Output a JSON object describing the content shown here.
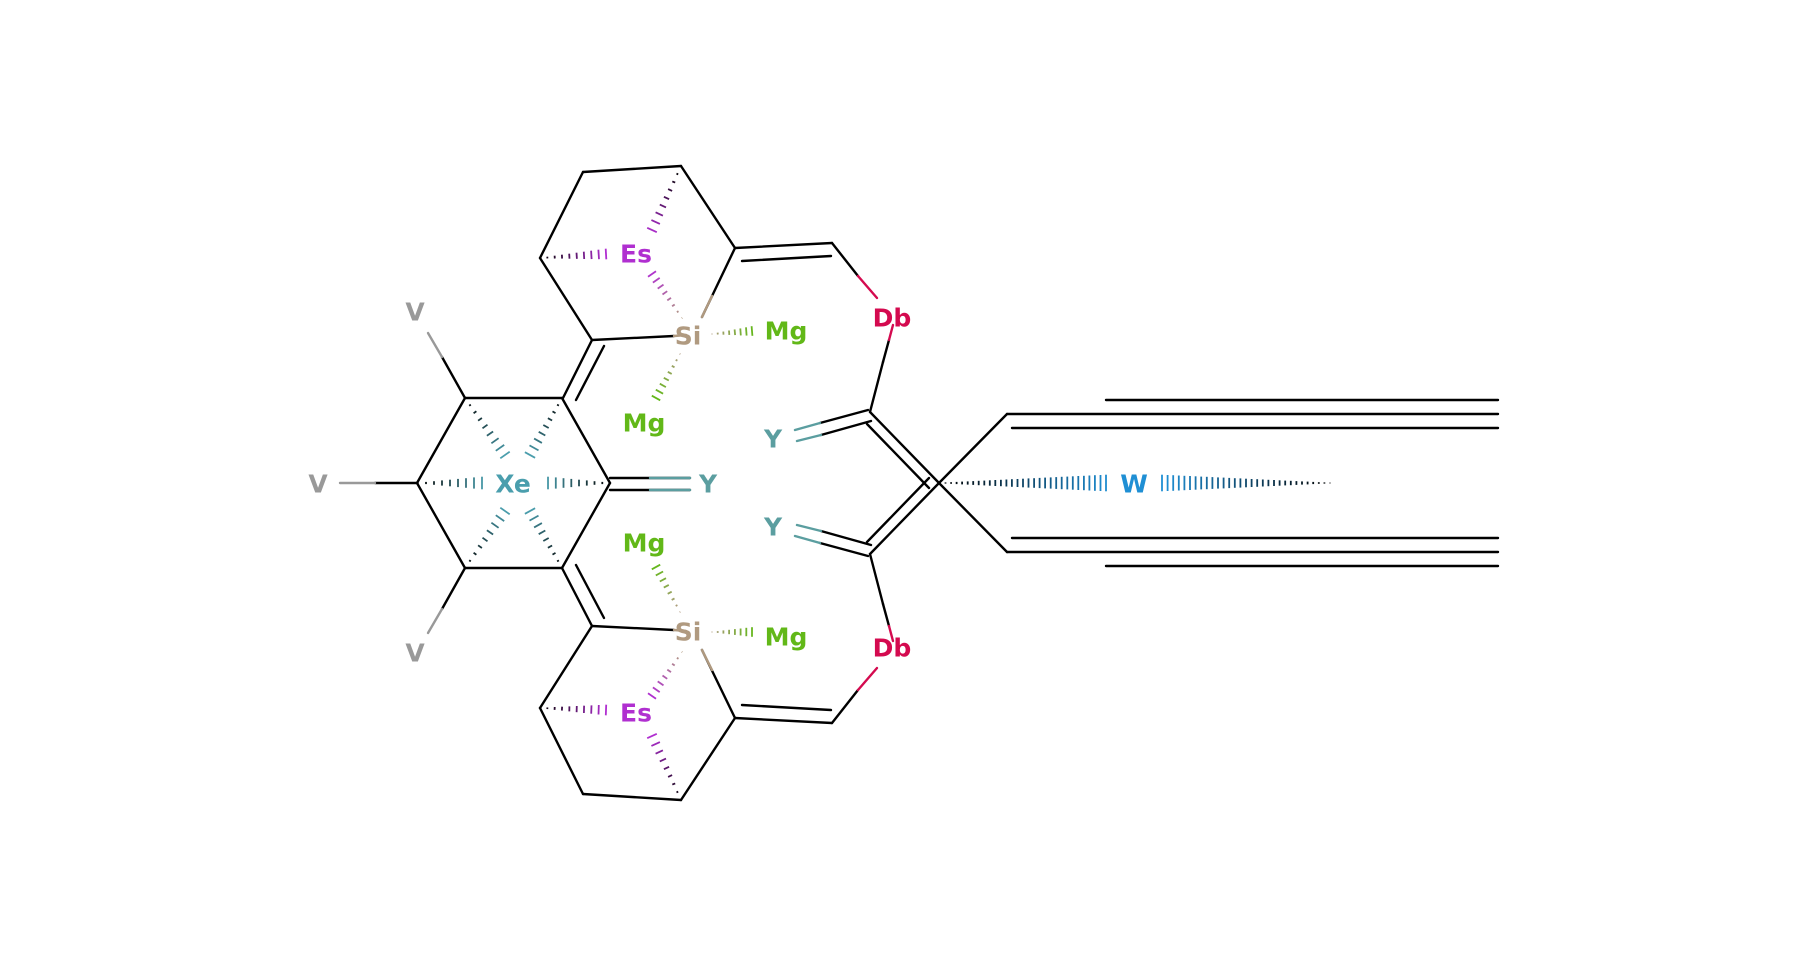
{
  "colors": {
    "bond": "#000000",
    "Es": "#b02fd0",
    "Si": "#b09a80",
    "Mg": "#62b818",
    "V": "#999999",
    "Xe": "#4a9ead",
    "Y": "#5b9ea0",
    "Db": "#d40a4f",
    "W": "#1f8fd4"
  },
  "atoms": {
    "es_top": "Es",
    "si_top": "Si",
    "mg_top_right": "Mg",
    "mg_top_down": "Mg",
    "db_top": "Db",
    "v_top": "V",
    "v_mid": "V",
    "v_bot": "V",
    "xe": "Xe",
    "y_ring": "Y",
    "y_top": "Y",
    "y_bot": "Y",
    "w": "W",
    "mg_bot_up": "Mg",
    "si_bot": "Si",
    "mg_bot_right": "Mg",
    "db_bot": "Db",
    "es_bot": "Es"
  }
}
